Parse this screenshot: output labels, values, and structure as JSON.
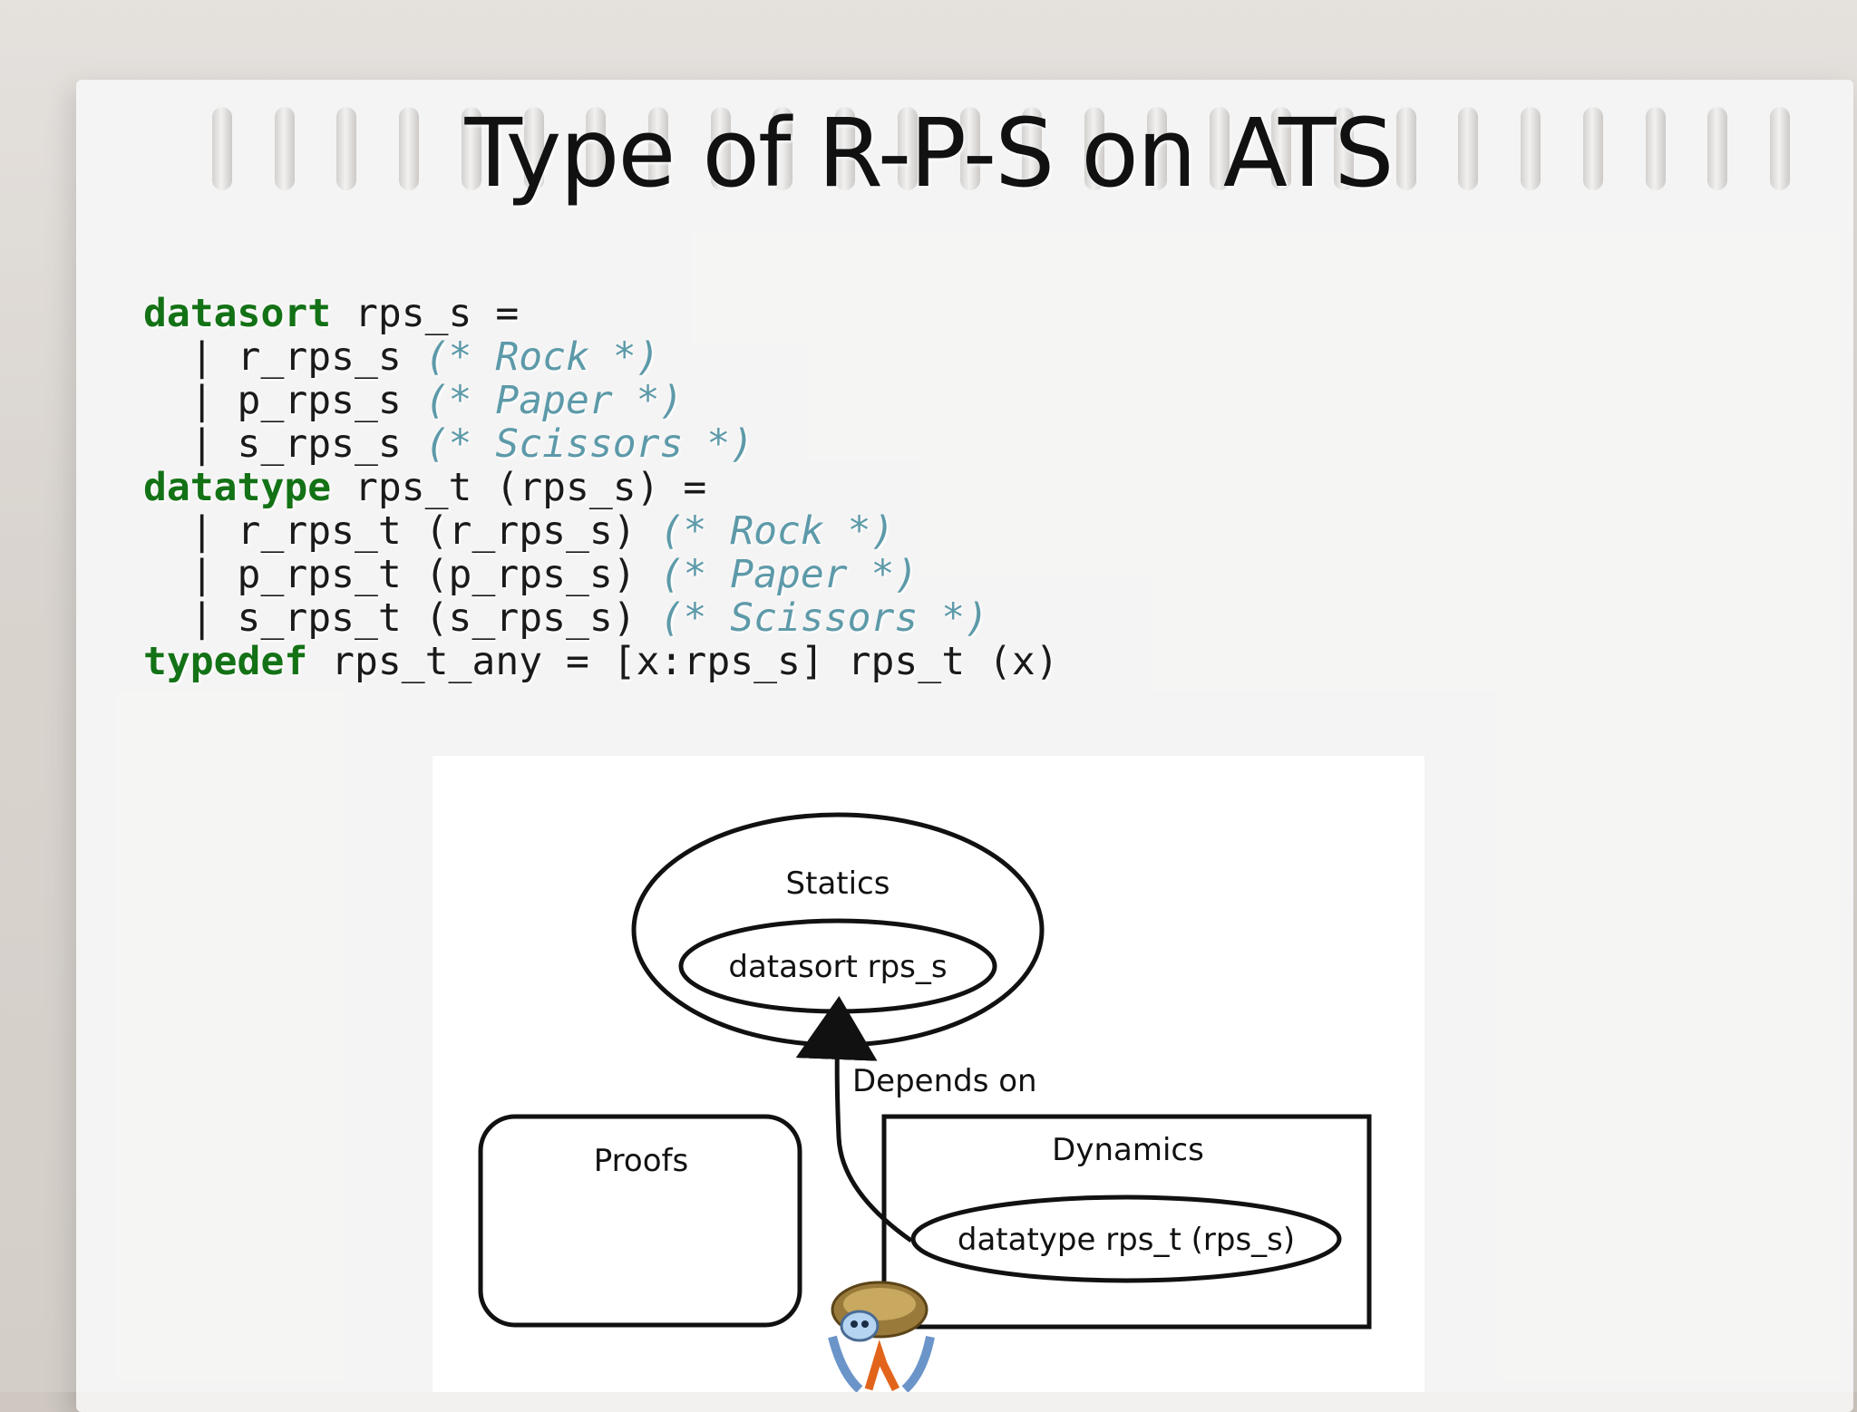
{
  "slide": {
    "title": "Type of R-P-S on ATS"
  },
  "code": {
    "lines": [
      {
        "indent": "",
        "bar": "",
        "keyword": "datasort",
        "text": " rps_s =",
        "comment": ""
      },
      {
        "indent": "  ",
        "bar": "|",
        "keyword": "",
        "text": " r_rps_s ",
        "comment": "(* Rock *)"
      },
      {
        "indent": "  ",
        "bar": "|",
        "keyword": "",
        "text": " p_rps_s ",
        "comment": "(* Paper *)"
      },
      {
        "indent": "  ",
        "bar": "|",
        "keyword": "",
        "text": " s_rps_s ",
        "comment": "(* Scissors *)"
      },
      {
        "indent": "",
        "bar": "",
        "keyword": "datatype",
        "text": " rps_t (rps_s) =",
        "comment": ""
      },
      {
        "indent": "  ",
        "bar": "|",
        "keyword": "",
        "text": " r_rps_t (r_rps_s) ",
        "comment": "(* Rock *)"
      },
      {
        "indent": "  ",
        "bar": "|",
        "keyword": "",
        "text": " p_rps_t (p_rps_s) ",
        "comment": "(* Paper *)"
      },
      {
        "indent": "  ",
        "bar": "|",
        "keyword": "",
        "text": " s_rps_t (s_rps_s) ",
        "comment": "(* Scissors *)"
      },
      {
        "indent": "",
        "bar": "",
        "keyword": "typedef",
        "text": " rps_t_any = [x:rps_s] rps_t (x)",
        "comment": ""
      }
    ]
  },
  "diagram": {
    "statics_label": "Statics",
    "datasort_label": "datasort rps_s",
    "depends_label": "Depends on",
    "proofs_label": "Proofs",
    "dynamics_label": "Dynamics",
    "datatype_label": "datatype rps_t (rps_s)"
  },
  "colors": {
    "keyword": "#137216",
    "comment": "#5d9aa9"
  }
}
